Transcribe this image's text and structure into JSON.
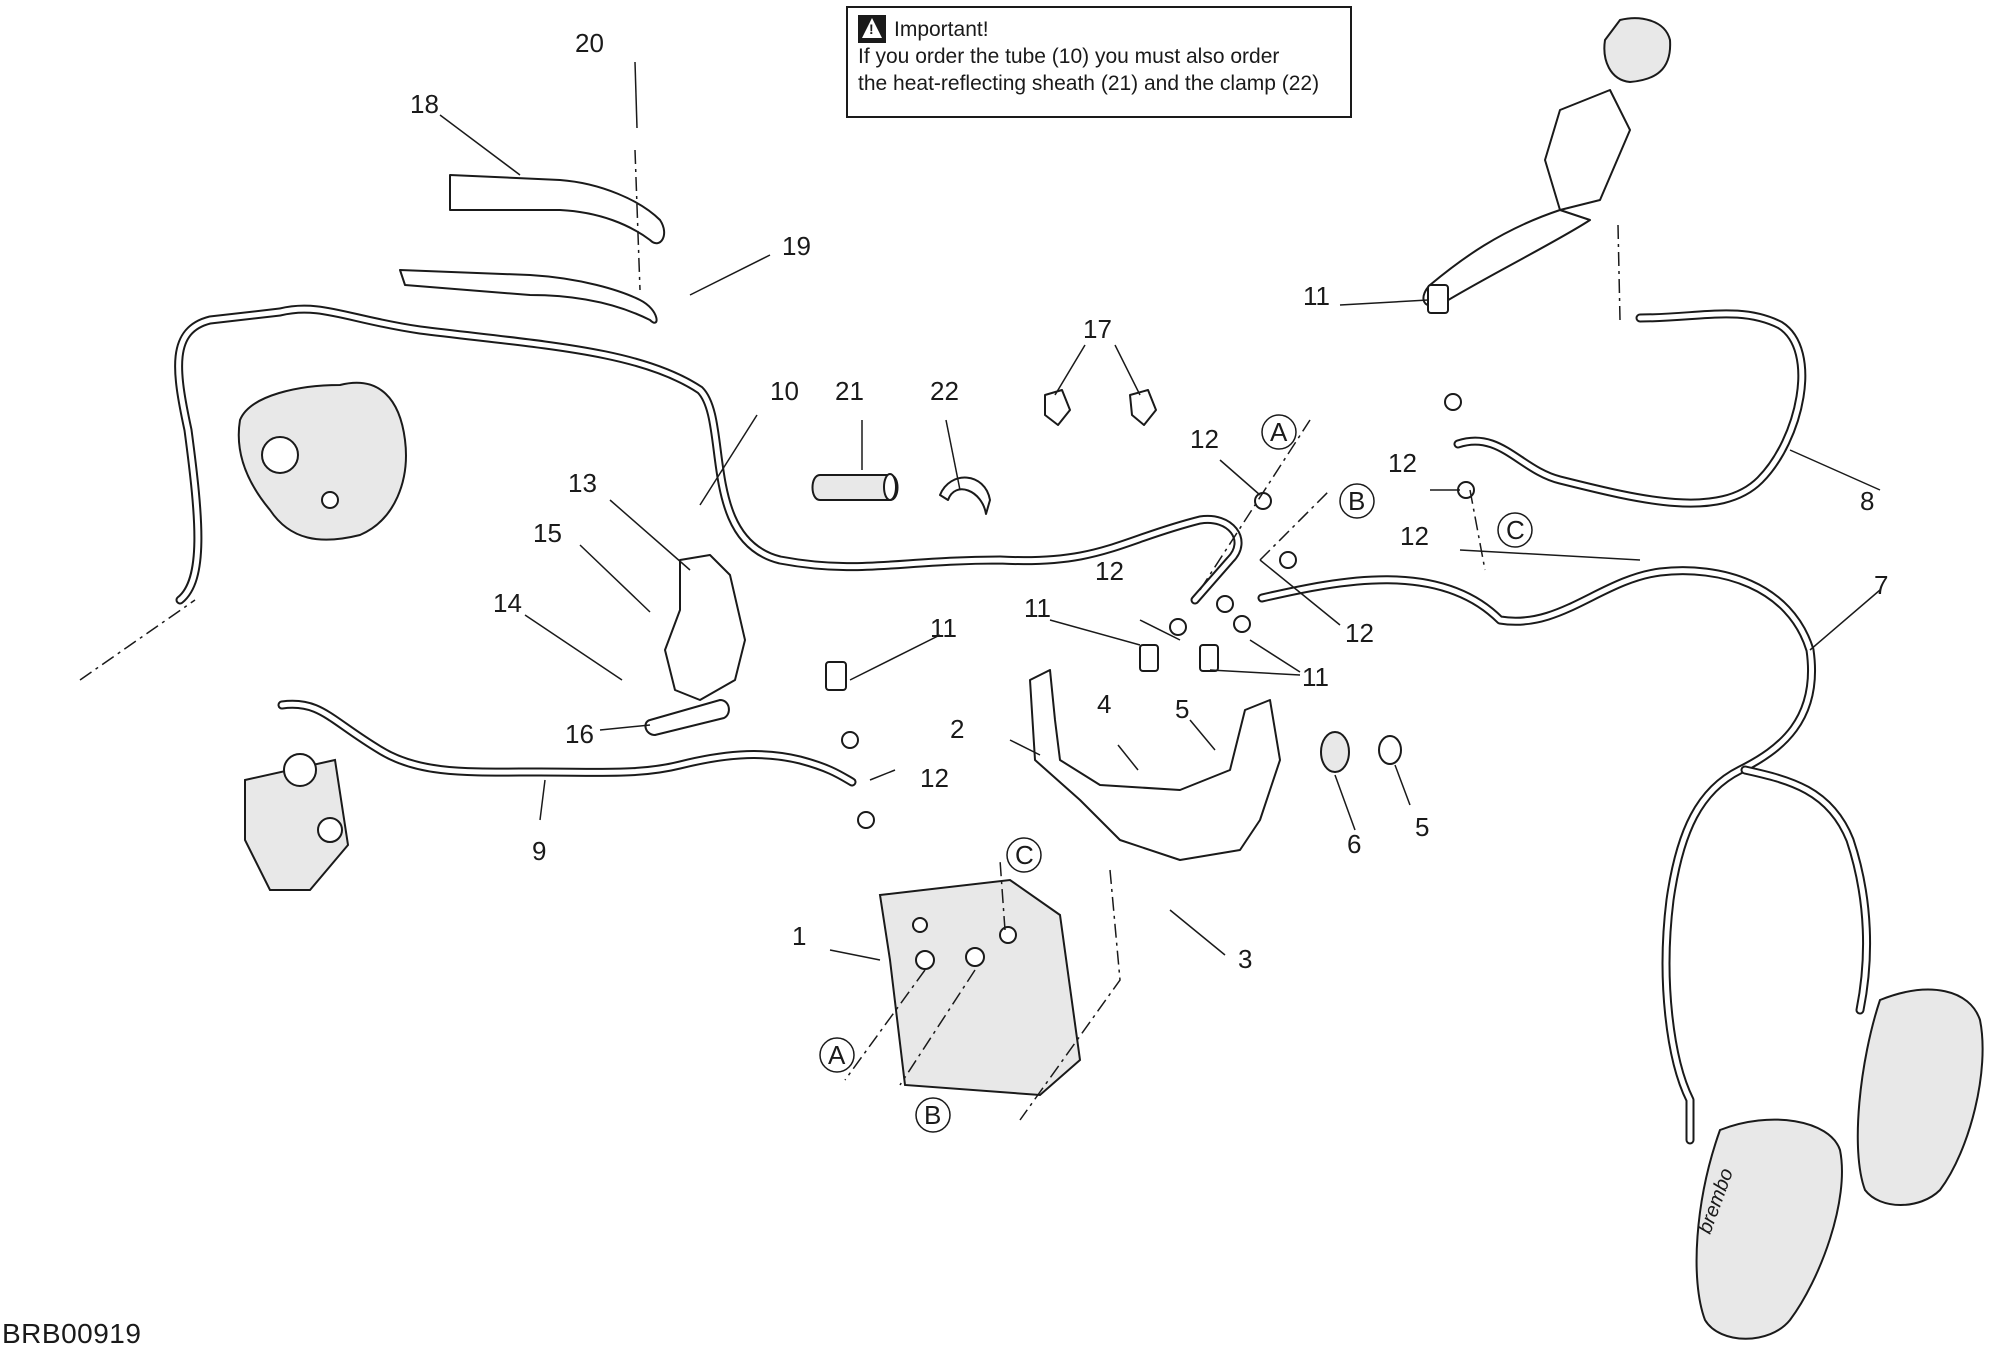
{
  "notice": {
    "icon": "warning-icon",
    "title": "Important!",
    "line1": "If you order the tube (10) you must also order",
    "line2": "the heat-reflecting sheath (21) and the clamp (22)"
  },
  "document_code": "BRB00919",
  "callouts": {
    "c1": "1",
    "c2": "2",
    "c3": "3",
    "c4": "4",
    "c5a": "5",
    "c5b": "5",
    "c6": "6",
    "c7": "7",
    "c8": "8",
    "c9": "9",
    "c10": "10",
    "c11a": "11",
    "c11b": "11",
    "c11c": "11",
    "c11d": "11",
    "c12a": "12",
    "c12b": "12",
    "c12c": "12",
    "c12d": "12",
    "c12e": "12",
    "c12f": "12",
    "c13": "13",
    "c14": "14",
    "c15": "15",
    "c16": "16",
    "c17": "17",
    "c18": "18",
    "c19": "19",
    "c20": "20",
    "c21": "21",
    "c22": "22"
  },
  "connection_refs": {
    "a_top": "A",
    "b_top": "B",
    "c_top": "C",
    "a_bottom": "A",
    "b_bottom": "B",
    "c_bottom": "C"
  },
  "caliper_brand": "brembo"
}
